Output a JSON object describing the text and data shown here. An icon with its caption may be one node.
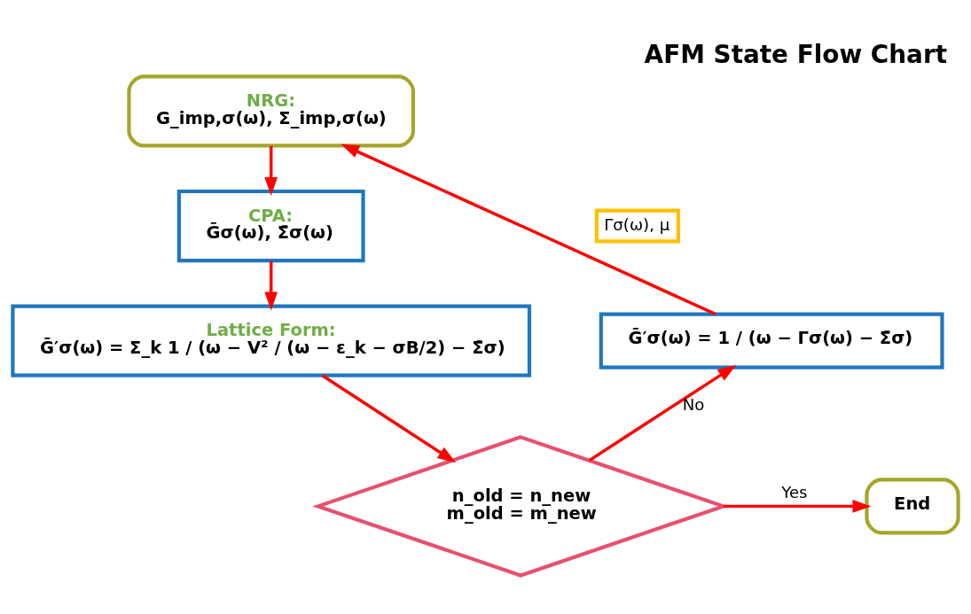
{
  "diagram": {
    "title": "AFM State Flow Chart",
    "nodes": [
      {
        "text": [
          "NRG:",
          "G_imp,σ(ω), Σ_imp,σ(ω)"
        ]
      },
      {
        "text": [
          "CPA:",
          "Ḡσ(ω), Σ̄σ(ω)"
        ]
      },
      {
        "text": [
          "Lattice Form:",
          "Ḡ′σ(ω) = Σ_k 1 / (ω − V² / (ω − ε_k − σB/2) − Σ̄σ)"
        ]
      },
      {
        "text": [
          "n_old = n_new",
          "m_old = m_new"
        ]
      },
      {
        "text": [
          "End"
        ]
      },
      {
        "text": [
          "Ḡ′σ(ω) = 1 / (ω − Γσ(ω) − Σ̄σ)"
        ]
      }
    ],
    "edges": [
      {
        "from": 0,
        "to": 1,
        "arrow": "to"
      },
      {
        "from": 1,
        "to": 2,
        "arrow": "to"
      },
      {
        "from": 2,
        "to": 3,
        "arrow": "to"
      },
      {
        "from": 3,
        "to": 4,
        "arrow": "to",
        "label": "Yes"
      },
      {
        "from": 3,
        "to": 5,
        "arrow": "to",
        "label": "No"
      },
      {
        "from": 5,
        "to": 0,
        "arrow": "to",
        "label": "Γσ(ω), μ"
      }
    ]
  }
}
